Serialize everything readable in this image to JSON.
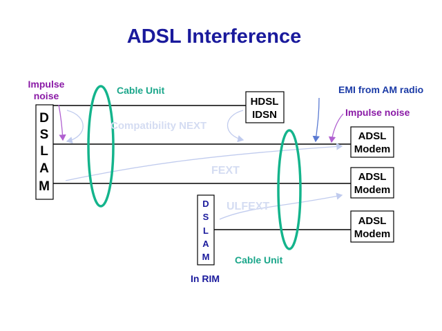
{
  "title": "ADSL Interference",
  "dslam_left": [
    "D",
    "S",
    "L",
    "A",
    "M"
  ],
  "dslam_rim": [
    "D",
    "S",
    "L",
    "A",
    "M"
  ],
  "labels": {
    "impulse_noise_left": [
      "Impulse",
      "noise"
    ],
    "cable_unit_top": "Cable Unit",
    "cable_unit_bottom": "Cable Unit",
    "hdsl": [
      "HDSL",
      "IDSN"
    ],
    "compatibility_next": "Compatibility NEXT",
    "fext": "FEXT",
    "ulfext": "ULFEXT",
    "emi": "EMI from AM radio",
    "impulse_noise_right": "Impulse noise",
    "in_rim": "In RIM"
  },
  "modems": [
    [
      "ADSL",
      "Modem"
    ],
    [
      "ADSL",
      "Modem"
    ],
    [
      "ADSL",
      "Modem"
    ]
  ],
  "colors": {
    "title": "#1a1a9c",
    "cable": "#14b48c",
    "label_green": "#1aa68a",
    "faint": "#d4dcf2",
    "purple": "#8a1aa6",
    "blue": "#1a3aa6",
    "arrow_blue": "#5a7ad2",
    "arrow_purple": "#b060d0",
    "line": "#000000"
  }
}
